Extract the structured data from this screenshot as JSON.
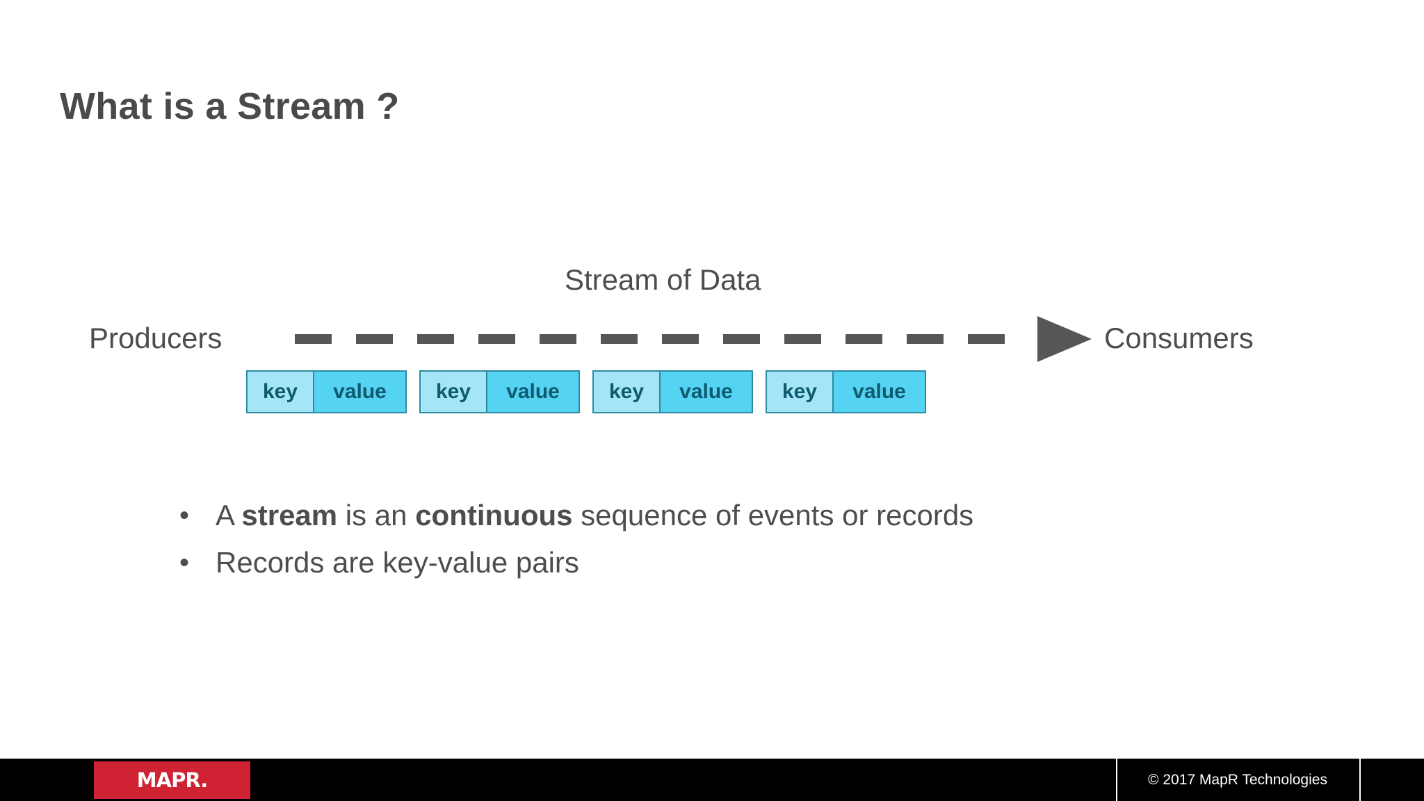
{
  "slide": {
    "title": "What is a Stream ?",
    "background_color": "#ffffff",
    "text_color": "#4d4d4d"
  },
  "diagram": {
    "stream_label": "Stream of Data",
    "producers_label": "Producers",
    "consumers_label": "Consumers",
    "flow_arrow": {
      "style": "dashed",
      "direction": "left-to-right",
      "color": "#555658",
      "dash_count": 12
    },
    "records": [
      {
        "key_label": "key",
        "value_label": "value"
      },
      {
        "key_label": "key",
        "value_label": "value"
      },
      {
        "key_label": "key",
        "value_label": "value"
      },
      {
        "key_label": "key",
        "value_label": "value"
      }
    ],
    "colors": {
      "key_fill": "#a5e5f8",
      "value_fill": "#55d3f2",
      "cell_border": "#2d8ba0",
      "cell_text": "#0e5a6e"
    }
  },
  "bullets": [
    {
      "marker": "•",
      "parts": [
        {
          "text": "A ",
          "bold": false
        },
        {
          "text": "stream",
          "bold": true
        },
        {
          "text": " is an ",
          "bold": false
        },
        {
          "text": "continuous",
          "bold": true
        },
        {
          "text": " sequence of events or records",
          "bold": false
        }
      ]
    },
    {
      "marker": "•",
      "parts": [
        {
          "text": "Records are key-value pairs",
          "bold": false
        }
      ]
    }
  ],
  "footer": {
    "logo_text": "MAPR.",
    "logo_color": "#cf2233",
    "copyright": "© 2017 MapR Technologies",
    "background_color": "#000000"
  }
}
